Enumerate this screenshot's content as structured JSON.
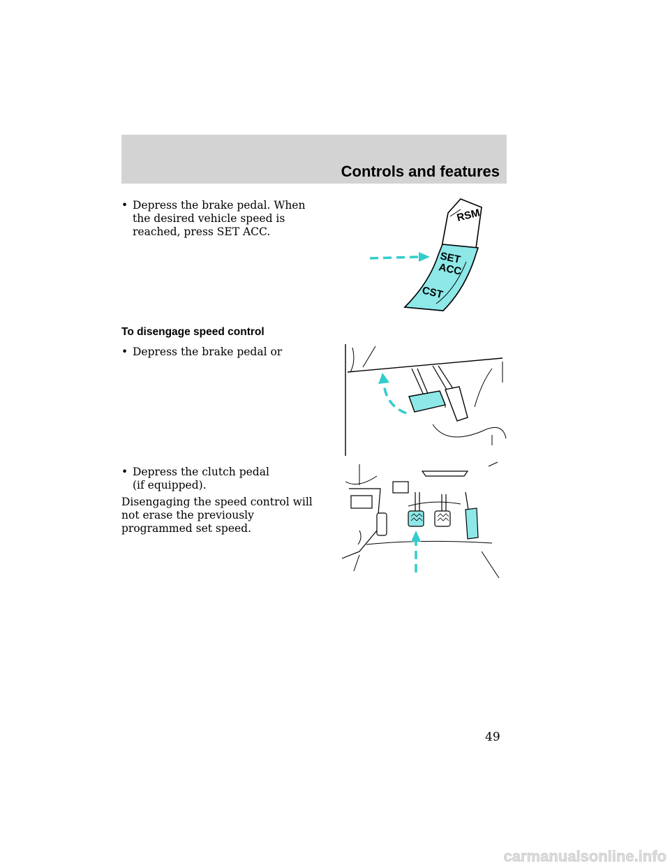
{
  "header": {
    "section_title": "Controls and features"
  },
  "steps": [
    "Depress the brake pedal. When\nthe desired vehicle speed is\nreached, press SET ACC."
  ],
  "disengage": {
    "heading": "To disengage speed control",
    "bullets": [
      "Depress the brake pedal or",
      "Depress the clutch pedal\n(if equipped)."
    ],
    "note": "Disengaging the speed control will\nnot erase the previously\nprogrammed set speed."
  },
  "figure_switch": {
    "labels": [
      "RSM",
      "SET",
      "ACC",
      "CST"
    ]
  },
  "page_number": "49",
  "footer": {
    "watermark": "carmanualsonline.info"
  },
  "colors": {
    "accent": "#8ee8e8",
    "arrow": "#33cccc",
    "header_band": "#d3d3d3"
  }
}
